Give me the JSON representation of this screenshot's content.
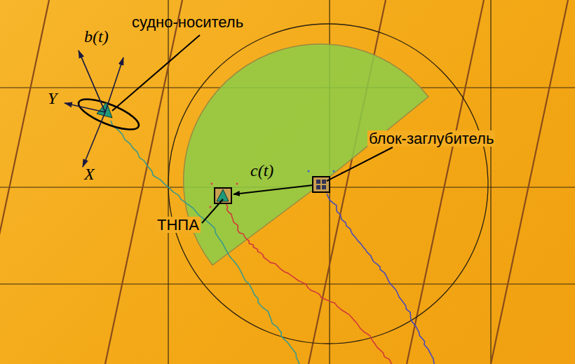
{
  "diagram": {
    "labels": [
      "судно-носитель",
      "b(t)",
      "Y",
      "X",
      "c(t)",
      "блок-заглубитель",
      "ТНПА"
    ]
  }
}
